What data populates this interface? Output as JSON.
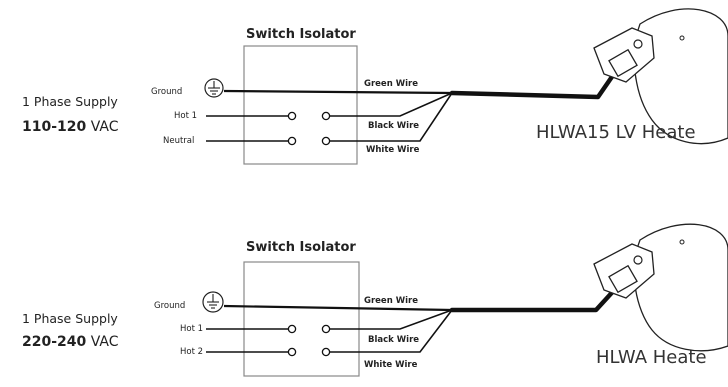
{
  "diagram_top": {
    "supply_label": "1 Phase Supply",
    "voltage_value": "110-120",
    "voltage_unit": "VAC",
    "switch_title": "Switch Isolator",
    "terminals": [
      "Ground",
      "Hot 1",
      "Neutral"
    ],
    "wires": [
      "Green Wire",
      "Black Wire",
      "White Wire"
    ],
    "heater_label": "HLWA15 LV Heate"
  },
  "diagram_bottom": {
    "supply_label": "1 Phase Supply",
    "voltage_value": "220-240",
    "voltage_unit": "VAC",
    "switch_title": "Switch Isolator",
    "terminals": [
      "Ground",
      "Hot 1",
      "Hot 2"
    ],
    "wires": [
      "Green Wire",
      "Black Wire",
      "White Wire"
    ],
    "heater_label": "HLWA Heate"
  }
}
